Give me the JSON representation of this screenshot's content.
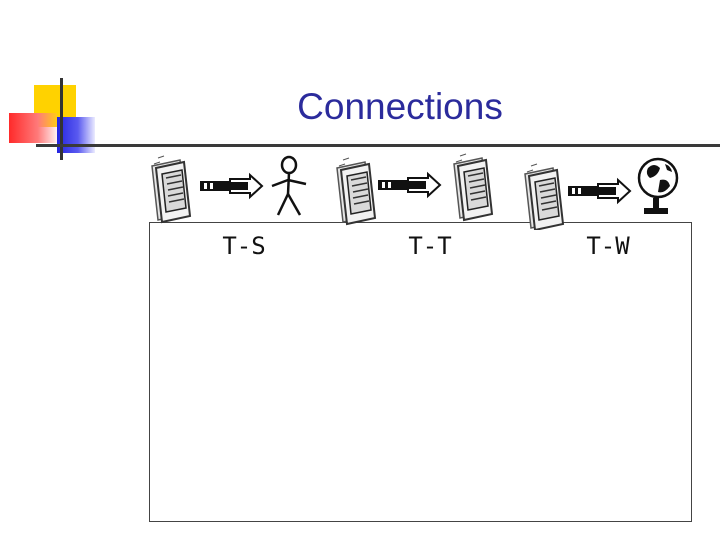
{
  "title": "Connections",
  "connections": [
    {
      "label": "T-S",
      "from": "terminal-icon",
      "to": "person-icon"
    },
    {
      "label": "T-T",
      "from": "terminal-icon",
      "to": "terminal-icon"
    },
    {
      "label": "T-W",
      "from": "terminal-icon",
      "to": "globe-icon"
    }
  ],
  "colors": {
    "title": "#2b2b9c",
    "logo_yellow": "#ffd200",
    "logo_red": "#ff2a2a",
    "logo_blue": "#2424e0"
  }
}
